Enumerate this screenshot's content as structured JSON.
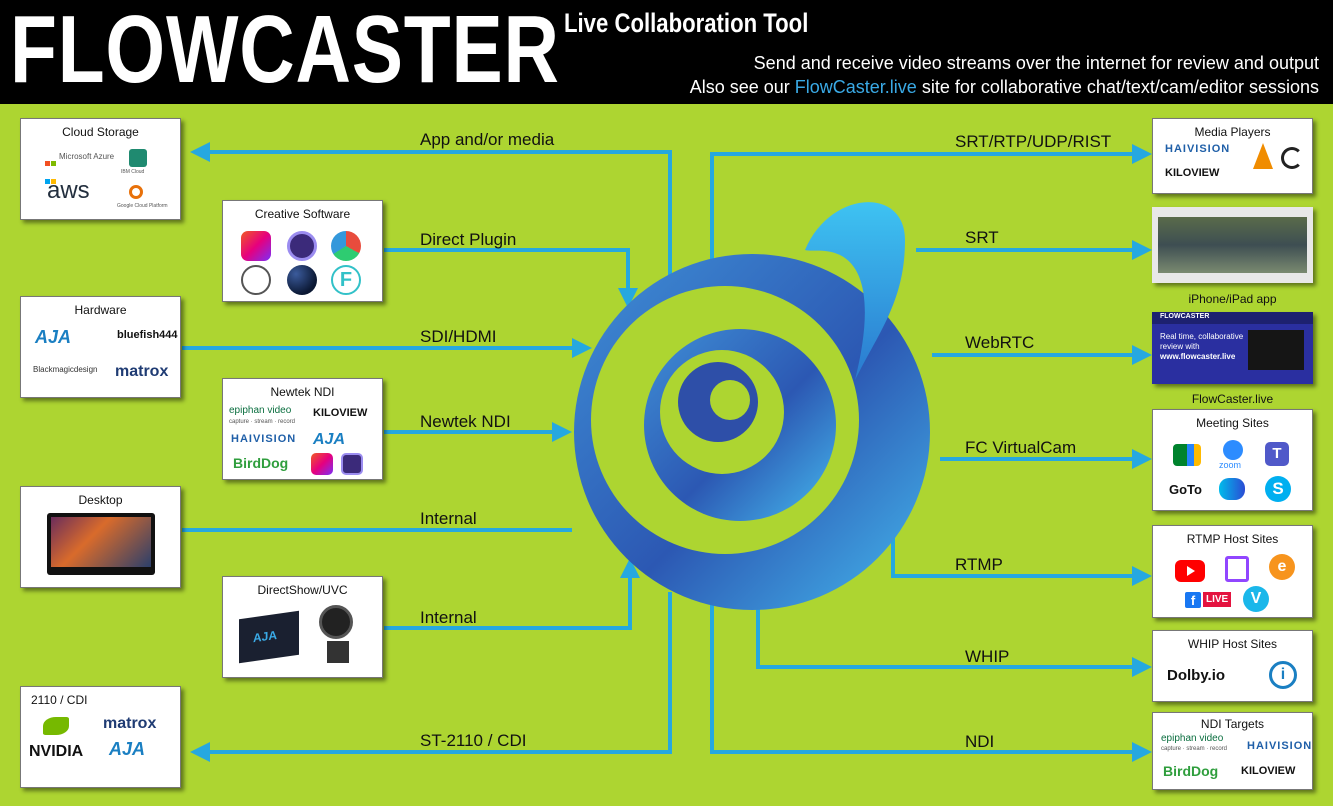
{
  "header": {
    "title": "FLOWCASTER",
    "subtitle": "Live Collaboration Tool",
    "tagline_1": "Send and receive video streams over the internet for review and output",
    "tagline_2_pre": "Also see our ",
    "tagline_2_link": "FlowCaster.live",
    "tagline_2_post": " site for collaborative chat/text/cam/editor sessions"
  },
  "colors": {
    "header_bg": "#000000",
    "background": "#add531",
    "arrow": "#26a8e0",
    "link": "#3aaae6",
    "spiral_dark": "#2e4fa8",
    "spiral_light": "#4ab8ec"
  },
  "sources": [
    {
      "title": "Cloud Storage",
      "edge": "App and/or media",
      "logos": [
        "Microsoft Azure",
        "aws",
        "IBM Cloud",
        "Google Cloud Platform"
      ]
    },
    {
      "title": "Creative Software",
      "edge": "Direct Plugin",
      "logos": [
        "creative-cloud-icon",
        "media-encoder-icon",
        "davinci-resolve-icon",
        "assimilate-icon",
        "sphere-icon",
        "f-icon"
      ]
    },
    {
      "title": "Hardware",
      "edge": "SDI/HDMI",
      "logos": [
        "AJA",
        "bluefish444",
        "Blackmagicdesign",
        "matrox"
      ]
    },
    {
      "title": "Newtek NDI",
      "edge": "Newtek NDI",
      "logos": [
        "epiphan video",
        "capture · stream · record",
        "KILOVIEW",
        "HAIVISION",
        "AJA",
        "BirdDog"
      ]
    },
    {
      "title": "Desktop",
      "edge": "Internal"
    },
    {
      "title": "DirectShow/UVC",
      "edge": "Internal",
      "logos": [
        "AJA"
      ]
    },
    {
      "title": "2110 / CDI",
      "edge": "ST-2110 / CDI",
      "logos": [
        "NVIDIA",
        "matrox",
        "AJA"
      ]
    }
  ],
  "targets": [
    {
      "title": "Media Players",
      "edge": "SRT/RTP/UDP/RIST",
      "logos": [
        "HAIVISION",
        "KILOVIEW",
        "vlc-icon",
        "refresh-icon"
      ]
    },
    {
      "caption": "iPhone/iPad app",
      "edge": "SRT"
    },
    {
      "caption": "FlowCaster.live",
      "edge": "WebRTC",
      "screen_brand": "FLOWCASTER",
      "screen_text": [
        "Real time, collaborative",
        "review with",
        "www.flowcaster.live"
      ]
    },
    {
      "title": "Meeting Sites",
      "edge": "FC VirtualCam",
      "logos": [
        "google-meet-icon",
        "zoom",
        "teams-icon",
        "GoTo",
        "webex-icon",
        "skype-icon"
      ]
    },
    {
      "title": "RTMP Host Sites",
      "edge": "RTMP",
      "logos": [
        "youtube-icon",
        "twitch-icon",
        "icon-e",
        "LIVE",
        "vimeo-icon"
      ]
    },
    {
      "title": "WHIP Host Sites",
      "edge": "WHIP",
      "logos": [
        "Dolby.io",
        "info-icon"
      ]
    },
    {
      "title": "NDI Targets",
      "edge": "NDI",
      "logos": [
        "epiphan video",
        "capture · stream · record",
        "HAIVISION",
        "BirdDog",
        "KILOVIEW"
      ]
    }
  ]
}
